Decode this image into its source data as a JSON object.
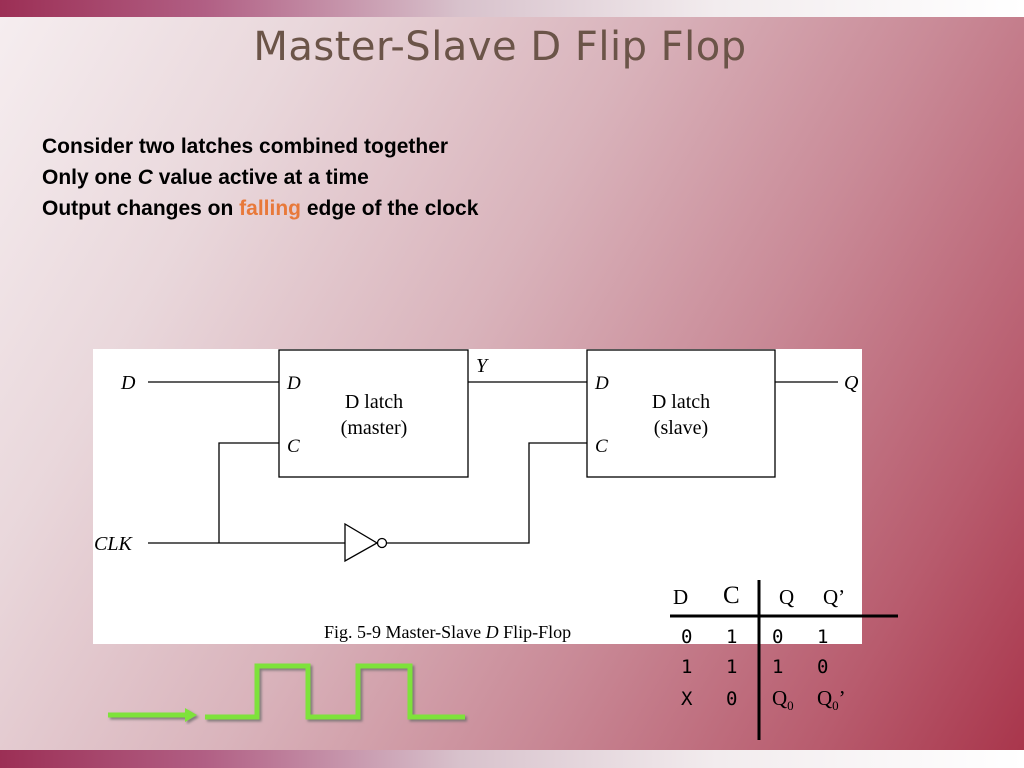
{
  "slide": {
    "title": "Master-Slave  D Flip Flop",
    "bullets": {
      "line1": "Consider two latches combined together",
      "line2_pre": "Only one ",
      "line2_var": "C",
      "line2_post": " value active at a time",
      "line3_pre": "Output changes on ",
      "line3_hl": "falling",
      "line3_post": " edge of the clock"
    },
    "highlight_color": "#e8793a"
  },
  "diagram": {
    "input_d": "D",
    "input_clk": "CLK",
    "output_q": "Q",
    "wire_y": "Y",
    "master": {
      "d_pin": "D",
      "c_pin": "C",
      "name": "D latch",
      "role": "(master)"
    },
    "slave": {
      "d_pin": "D",
      "c_pin": "C",
      "name": "D latch",
      "role": "(slave)"
    },
    "caption_pre": "Fig. 5-9  Master-Slave ",
    "caption_var": "D",
    "caption_post": " Flip-Flop"
  },
  "truth_table": {
    "headers": [
      "D",
      "C",
      "Q",
      "Q’"
    ],
    "rows": [
      [
        "0",
        "1",
        "0",
        "1"
      ],
      [
        "1",
        "1",
        "1",
        "0"
      ]
    ],
    "hold_row": {
      "d": "X",
      "c": "0",
      "q": "Q",
      "q_sub": "0",
      "qn": "Q",
      "qn_sub": "0",
      "qn_suffix": "’"
    }
  },
  "clock_icon": {
    "name": "clock-waveform-icon",
    "color": "#7ee23a"
  }
}
